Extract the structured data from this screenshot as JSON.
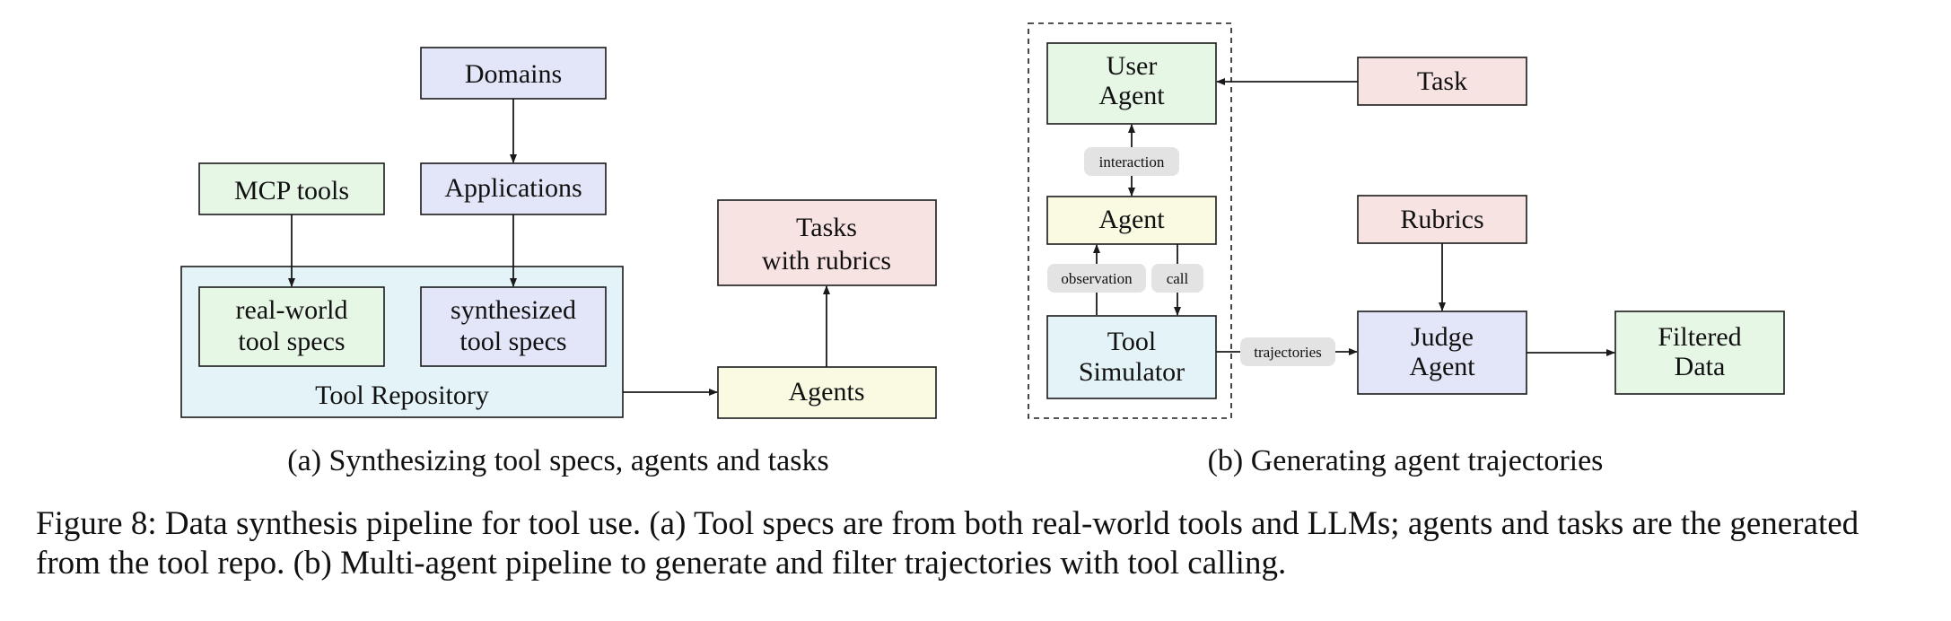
{
  "panel_a": {
    "nodes": {
      "domains": "Domains",
      "applications": "Applications",
      "mcp_tools": "MCP tools",
      "real_world_specs": [
        "real-world",
        "tool specs"
      ],
      "synthesized_specs": [
        "synthesized",
        "tool specs"
      ],
      "tool_repository": "Tool Repository",
      "agents": "Agents",
      "tasks_rubrics": [
        "Tasks",
        "with rubrics"
      ]
    },
    "caption": "(a) Synthesizing tool specs, agents and tasks"
  },
  "panel_b": {
    "nodes": {
      "user_agent": [
        "User",
        "Agent"
      ],
      "agent": "Agent",
      "tool_simulator": [
        "Tool",
        "Simulator"
      ],
      "task": "Task",
      "rubrics": "Rubrics",
      "judge_agent": [
        "Judge",
        "Agent"
      ],
      "filtered_data": [
        "Filtered",
        "Data"
      ]
    },
    "edge_labels": {
      "interaction": "interaction",
      "observation": "observation",
      "call": "call",
      "trajectories": "trajectories"
    },
    "caption": "(b) Generating agent trajectories"
  },
  "figure_caption": "Figure 8: Data synthesis pipeline for tool use. (a) Tool specs are from both real-world tools and LLMs; agents and tasks are the generated from the tool repo. (b) Multi-agent pipeline to generate and filter trajectories with tool calling.",
  "colors": {
    "green": "#e6f7e6",
    "blue": "#e3e5f8",
    "cyan": "#e3f3f8",
    "yellow": "#fafae3",
    "pink": "#f8e3e3",
    "pill": "#e3e3e3"
  }
}
